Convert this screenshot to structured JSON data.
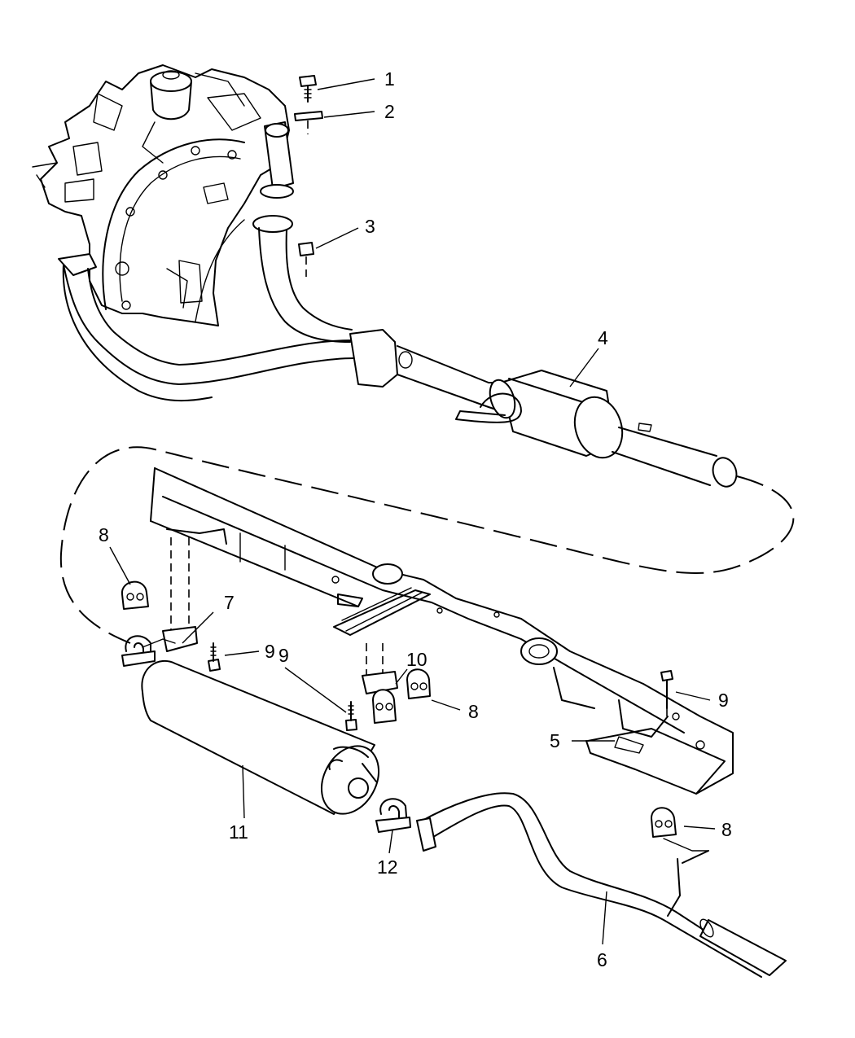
{
  "diagram": {
    "callouts": [
      {
        "id": "c1",
        "label": "1"
      },
      {
        "id": "c2",
        "label": "2"
      },
      {
        "id": "c3",
        "label": "3"
      },
      {
        "id": "c4",
        "label": "4"
      },
      {
        "id": "c5",
        "label": "5"
      },
      {
        "id": "c6",
        "label": "6"
      },
      {
        "id": "c7",
        "label": "7"
      },
      {
        "id": "c8a",
        "label": "8"
      },
      {
        "id": "c8b",
        "label": "8"
      },
      {
        "id": "c8c",
        "label": "8"
      },
      {
        "id": "c9a",
        "label": "9"
      },
      {
        "id": "c9b",
        "label": "9"
      },
      {
        "id": "c9c",
        "label": "9"
      },
      {
        "id": "c10",
        "label": "10"
      },
      {
        "id": "c11",
        "label": "11"
      },
      {
        "id": "c12",
        "label": "12"
      }
    ]
  }
}
